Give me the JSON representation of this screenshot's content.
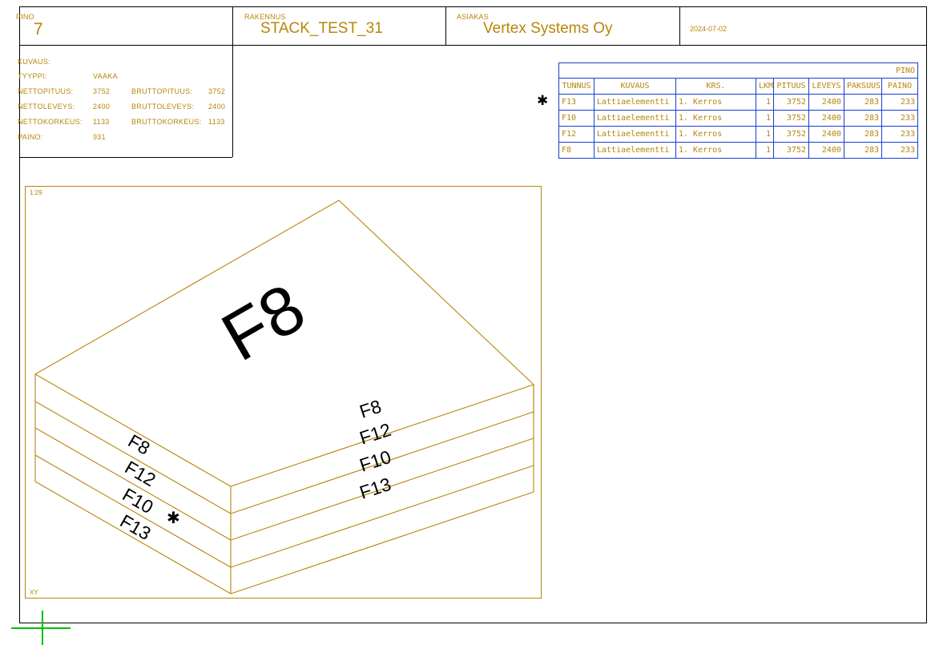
{
  "titleblock": {
    "pino": {
      "caption": "PINO",
      "value": "7"
    },
    "rakennus": {
      "caption": "RAKENNUS",
      "value": "STACK_TEST_31"
    },
    "asiakas": {
      "caption": "ASIAKAS",
      "value": "Vertex Systems Oy"
    },
    "date": {
      "value": "2024-07-02"
    }
  },
  "spec": {
    "kuvaus_label": "KUVAUS:",
    "kuvaus_value": "",
    "tyyppi_label": "TYYPPI:",
    "tyyppi_value": "VAAKA",
    "nettopituus_label": "NETTOPITUUS:",
    "nettopituus_value": "3752",
    "bruttopituus_label": "BRUTTOPITUUS:",
    "bruttopituus_value": "3752",
    "nettoleveys_label": "NETTOLEVEYS:",
    "nettoleveys_value": "2400",
    "bruttoleveys_label": "BRUTTOLEVEYS:",
    "bruttoleveys_value": "2400",
    "nettokorkeus_label": "NETTOKORKEUS:",
    "nettokorkeus_value": "1133",
    "bruttokorkeus_label": "BRUTTOKORKEUS:",
    "bruttokorkeus_value": "1133",
    "paino_label": "PAINO:",
    "paino_value": "931"
  },
  "parts_table": {
    "title": "PINO",
    "marker": "✱",
    "headers": [
      "TUNNUS",
      "KUVAUS",
      "KRS.",
      "LKM",
      "PITUUS",
      "LEVEYS",
      "PAKSUUS",
      "PAINO"
    ],
    "rows": [
      {
        "tunnus": "F13",
        "kuvaus": "Lattiaelementti",
        "krs": "1. Kerros",
        "lkm": "1",
        "pituus": "3752",
        "leveys": "2400",
        "paksuus": "283",
        "paino": "233"
      },
      {
        "tunnus": "F10",
        "kuvaus": "Lattiaelementti",
        "krs": "1. Kerros",
        "lkm": "1",
        "pituus": "3752",
        "leveys": "2400",
        "paksuus": "283",
        "paino": "233"
      },
      {
        "tunnus": "F12",
        "kuvaus": "Lattiaelementti",
        "krs": "1. Kerros",
        "lkm": "1",
        "pituus": "3752",
        "leveys": "2400",
        "paksuus": "283",
        "paino": "233"
      },
      {
        "tunnus": "F8",
        "kuvaus": "Lattiaelementti",
        "krs": "1. Kerros",
        "lkm": "1",
        "pituus": "3752",
        "leveys": "2400",
        "paksuus": "283",
        "paino": "233"
      }
    ]
  },
  "drawing": {
    "scale": "1:29",
    "axis": "XY",
    "top_face_label": "F8",
    "left_labels": [
      "F8",
      "F12",
      "F10",
      "F13"
    ],
    "right_labels": [
      "F8",
      "F12",
      "F10",
      "F13"
    ],
    "bottom_marker": "✱"
  },
  "colors": {
    "geometry": "#b8860b",
    "table_border": "#1a3fd0",
    "text_gold": "#b8860b",
    "label_black": "#000000",
    "cursor_green": "#00c000",
    "frame_black": "#000000"
  }
}
